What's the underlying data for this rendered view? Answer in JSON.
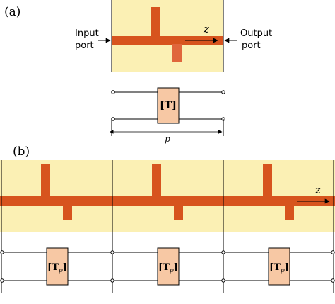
{
  "panel_a": {
    "label": "(a)",
    "input_port": [
      "Input",
      "port"
    ],
    "output_port": [
      "Output",
      "port"
    ],
    "axis_label": "z",
    "block_label": "[T]",
    "period_label": "p"
  },
  "panel_b": {
    "label": "(b)",
    "axis_label": "z",
    "block_label": "[T",
    "block_subscript": "p",
    "block_close": "]"
  },
  "colors": {
    "substrate": "#fbf0b4",
    "strip": "#d7541e",
    "stub_light": "#e0663c",
    "block_fill": "#f7c8a4",
    "line": "#000000"
  }
}
